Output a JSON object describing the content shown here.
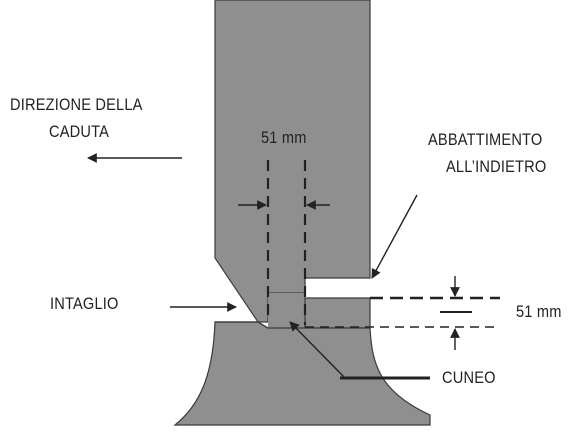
{
  "labels": {
    "direction_line1": "DIREZIONE DELLA",
    "direction_line2": "CADUTA",
    "hinge_width": "51 mm",
    "back_cut_line1": "ABBATTIMENTO",
    "back_cut_line2": "ALL’INDIETRO",
    "notch": "INTAGLIO",
    "step_height": "51 mm",
    "wedge": "CUNEO"
  },
  "colors": {
    "trunk": "#8f8f8f",
    "trunk_stroke": "#3a3a3a",
    "ink": "#222222"
  }
}
